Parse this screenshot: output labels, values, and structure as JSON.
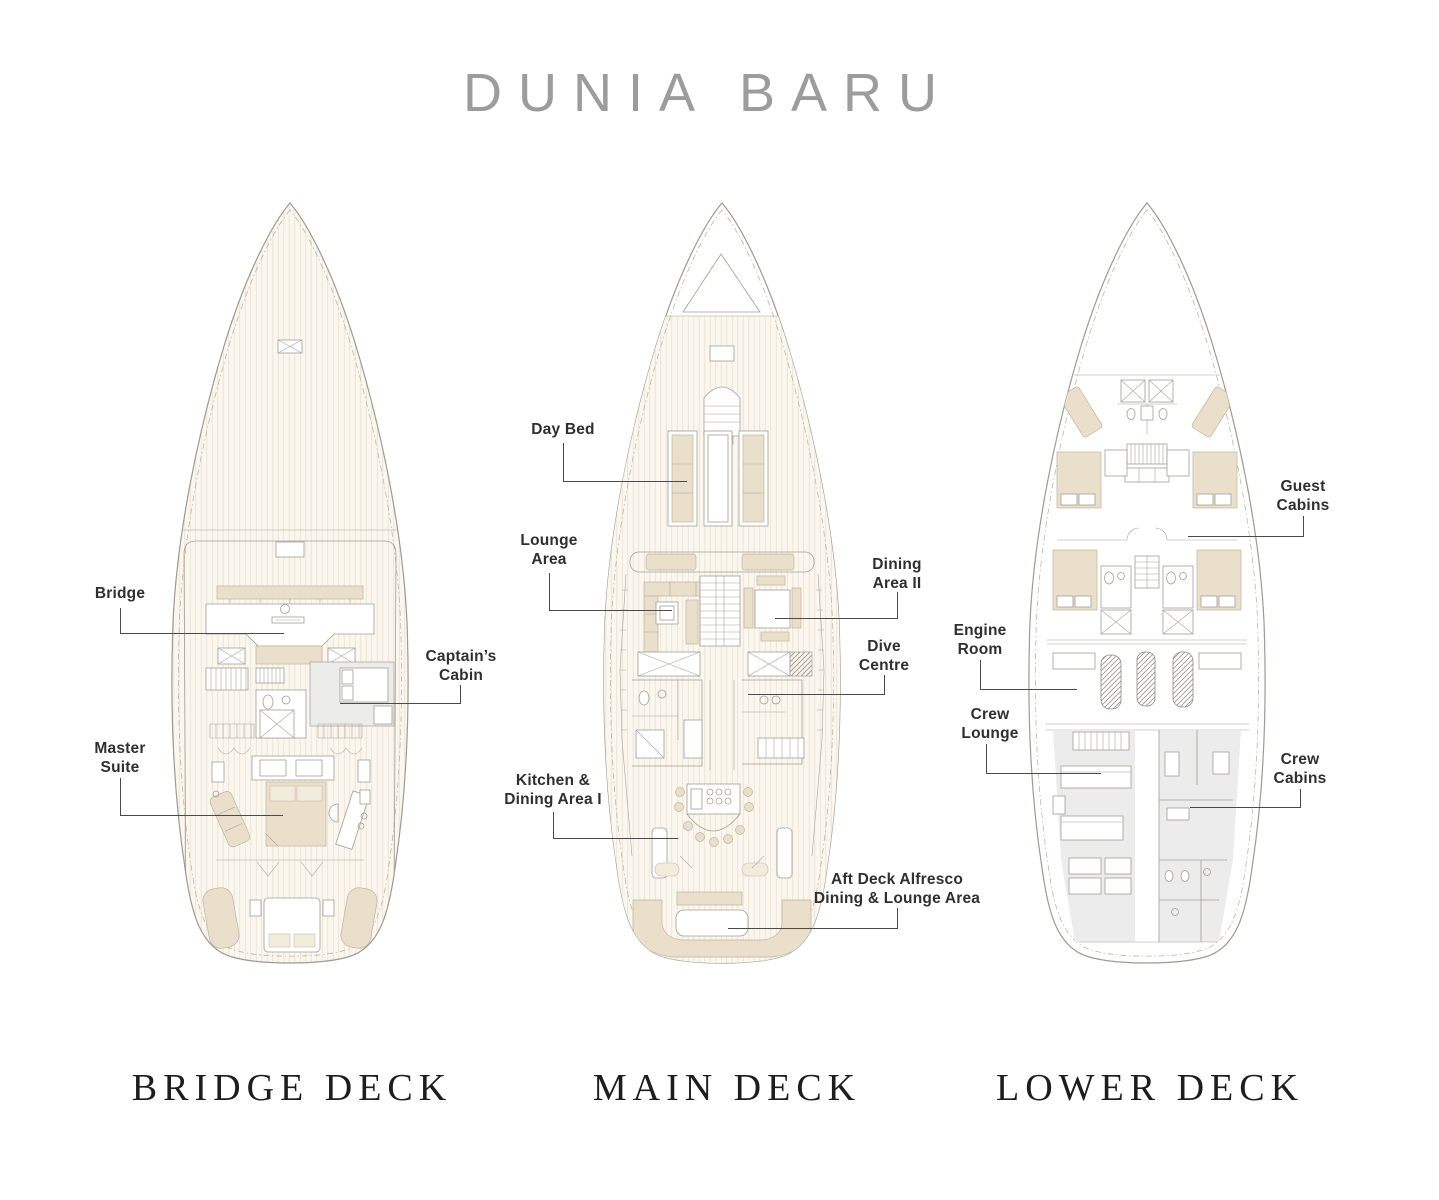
{
  "title": "DUNIA BARU",
  "colors": {
    "accent_beige": "#e9dfcb",
    "plank_line": "#e9e0d1",
    "hull_line": "#a09a90",
    "crew_area_gray": "#ececec",
    "label_text": "#2f2f2f",
    "title_gray": "#9c9c9c",
    "caption_dark": "#1d1d1d"
  },
  "decks": [
    {
      "name": "BRIDGE DECK",
      "callouts": [
        {
          "id": "bridge",
          "text": "Bridge"
        },
        {
          "id": "master-suite",
          "text": "Master\nSuite"
        },
        {
          "id": "captains-cabin",
          "text": "Captain’s\nCabin"
        }
      ]
    },
    {
      "name": "MAIN DECK",
      "callouts": [
        {
          "id": "day-bed",
          "text": "Day Bed"
        },
        {
          "id": "lounge-area",
          "text": "Lounge\nArea"
        },
        {
          "id": "dining-area-2",
          "text": "Dining\nArea II"
        },
        {
          "id": "dive-centre",
          "text": "Dive\nCentre"
        },
        {
          "id": "kitchen-dining-1",
          "text": "Kitchen &\nDining Area I"
        },
        {
          "id": "aft-deck",
          "text": "Aft Deck Alfresco\nDining & Lounge Area"
        }
      ]
    },
    {
      "name": "LOWER DECK",
      "callouts": [
        {
          "id": "guest-cabins",
          "text": "Guest\nCabins"
        },
        {
          "id": "engine-room",
          "text": "Engine\nRoom"
        },
        {
          "id": "crew-lounge",
          "text": "Crew\nLounge"
        },
        {
          "id": "crew-cabins",
          "text": "Crew\nCabins"
        }
      ]
    }
  ]
}
